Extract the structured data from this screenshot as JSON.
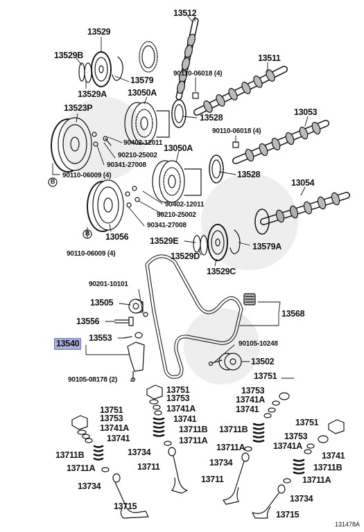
{
  "diagram": {
    "labels": [
      {
        "id": "13512",
        "text": "13512"
      },
      {
        "id": "13529",
        "text": "13529"
      },
      {
        "id": "13529B",
        "text": "13529B"
      },
      {
        "id": "13579",
        "text": "13579"
      },
      {
        "id": "13529A",
        "text": "13529A"
      },
      {
        "id": "13050A_1",
        "text": "13050A"
      },
      {
        "id": "13511",
        "text": "13511"
      },
      {
        "id": "90110-06018_1",
        "text": "90110-06018 (4)"
      },
      {
        "id": "13523P",
        "text": "13523P"
      },
      {
        "id": "13528_1",
        "text": "13528"
      },
      {
        "id": "13053",
        "text": "13053"
      },
      {
        "id": "90110-06018_2",
        "text": "90110-06018 (4)"
      },
      {
        "id": "90402-12011_1",
        "text": "90402-12011"
      },
      {
        "id": "90210-25002_1",
        "text": "90210-25002"
      },
      {
        "id": "13050A_2",
        "text": "13050A"
      },
      {
        "id": "90341-27008_1",
        "text": "90341-27008"
      },
      {
        "id": "13528_2",
        "text": "13528"
      },
      {
        "id": "90110-06009_1",
        "text": "90110-06009 (4)"
      },
      {
        "id": "13054",
        "text": "13054"
      },
      {
        "id": "90402-12011_2",
        "text": "90402-12011"
      },
      {
        "id": "90210-25002_2",
        "text": "90210-25002"
      },
      {
        "id": "90341-27008_2",
        "text": "90341-27008"
      },
      {
        "id": "13056",
        "text": "13056"
      },
      {
        "id": "13529E",
        "text": "13529E"
      },
      {
        "id": "13579A",
        "text": "13579A"
      },
      {
        "id": "90110-06009_2",
        "text": "90110-06009 (4)"
      },
      {
        "id": "13529D",
        "text": "13529D"
      },
      {
        "id": "13529C",
        "text": "13529C"
      },
      {
        "id": "90201-10101",
        "text": "90201-10101"
      },
      {
        "id": "13505",
        "text": "13505"
      },
      {
        "id": "13568",
        "text": "13568"
      },
      {
        "id": "13556",
        "text": "13556"
      },
      {
        "id": "13553",
        "text": "13553"
      },
      {
        "id": "13540",
        "text": "13540"
      },
      {
        "id": "90105-10248",
        "text": "90105-10248"
      },
      {
        "id": "13502",
        "text": "13502"
      },
      {
        "id": "90105-08178",
        "text": "90105-08178 (2)"
      },
      {
        "id": "13751_a",
        "text": "13751"
      },
      {
        "id": "13751_b",
        "text": "13751"
      },
      {
        "id": "13753_a",
        "text": "13753"
      },
      {
        "id": "13753_b",
        "text": "13753"
      },
      {
        "id": "13741A_a",
        "text": "13741A"
      },
      {
        "id": "13741A_b",
        "text": "13741A"
      },
      {
        "id": "13741_a",
        "text": "13741"
      },
      {
        "id": "13741_b",
        "text": "13741"
      },
      {
        "id": "13751_c",
        "text": "13751"
      },
      {
        "id": "13753_c",
        "text": "13753"
      },
      {
        "id": "13741A_c",
        "text": "13741A"
      },
      {
        "id": "13741_c",
        "text": "13741"
      },
      {
        "id": "13711B_a",
        "text": "13711B"
      },
      {
        "id": "13711A_a",
        "text": "13711A"
      },
      {
        "id": "13711B_b",
        "text": "13711B"
      },
      {
        "id": "13711A_b",
        "text": "13711A"
      },
      {
        "id": "13734_a",
        "text": "13734"
      },
      {
        "id": "13711_a",
        "text": "13711"
      },
      {
        "id": "13734_b",
        "text": "13734"
      },
      {
        "id": "13715_a",
        "text": "13715"
      },
      {
        "id": "13711B_c",
        "text": "13711B"
      },
      {
        "id": "13711A_c",
        "text": "13711A"
      },
      {
        "id": "13734_c",
        "text": "13734"
      },
      {
        "id": "13711_b",
        "text": "13711"
      },
      {
        "id": "13751_d",
        "text": "13751"
      },
      {
        "id": "13753_d",
        "text": "13753"
      },
      {
        "id": "13741A_d",
        "text": "13741A"
      },
      {
        "id": "13741_d",
        "text": "13741"
      },
      {
        "id": "13711B_d",
        "text": "13711B"
      },
      {
        "id": "13711A_d",
        "text": "13711A"
      },
      {
        "id": "13734_d",
        "text": "13734"
      },
      {
        "id": "13715_b",
        "text": "13715"
      }
    ],
    "bolt_marker": "B",
    "figure_code": "131478A",
    "highlight_color": "#aab0dd",
    "line_color": "#111111"
  }
}
